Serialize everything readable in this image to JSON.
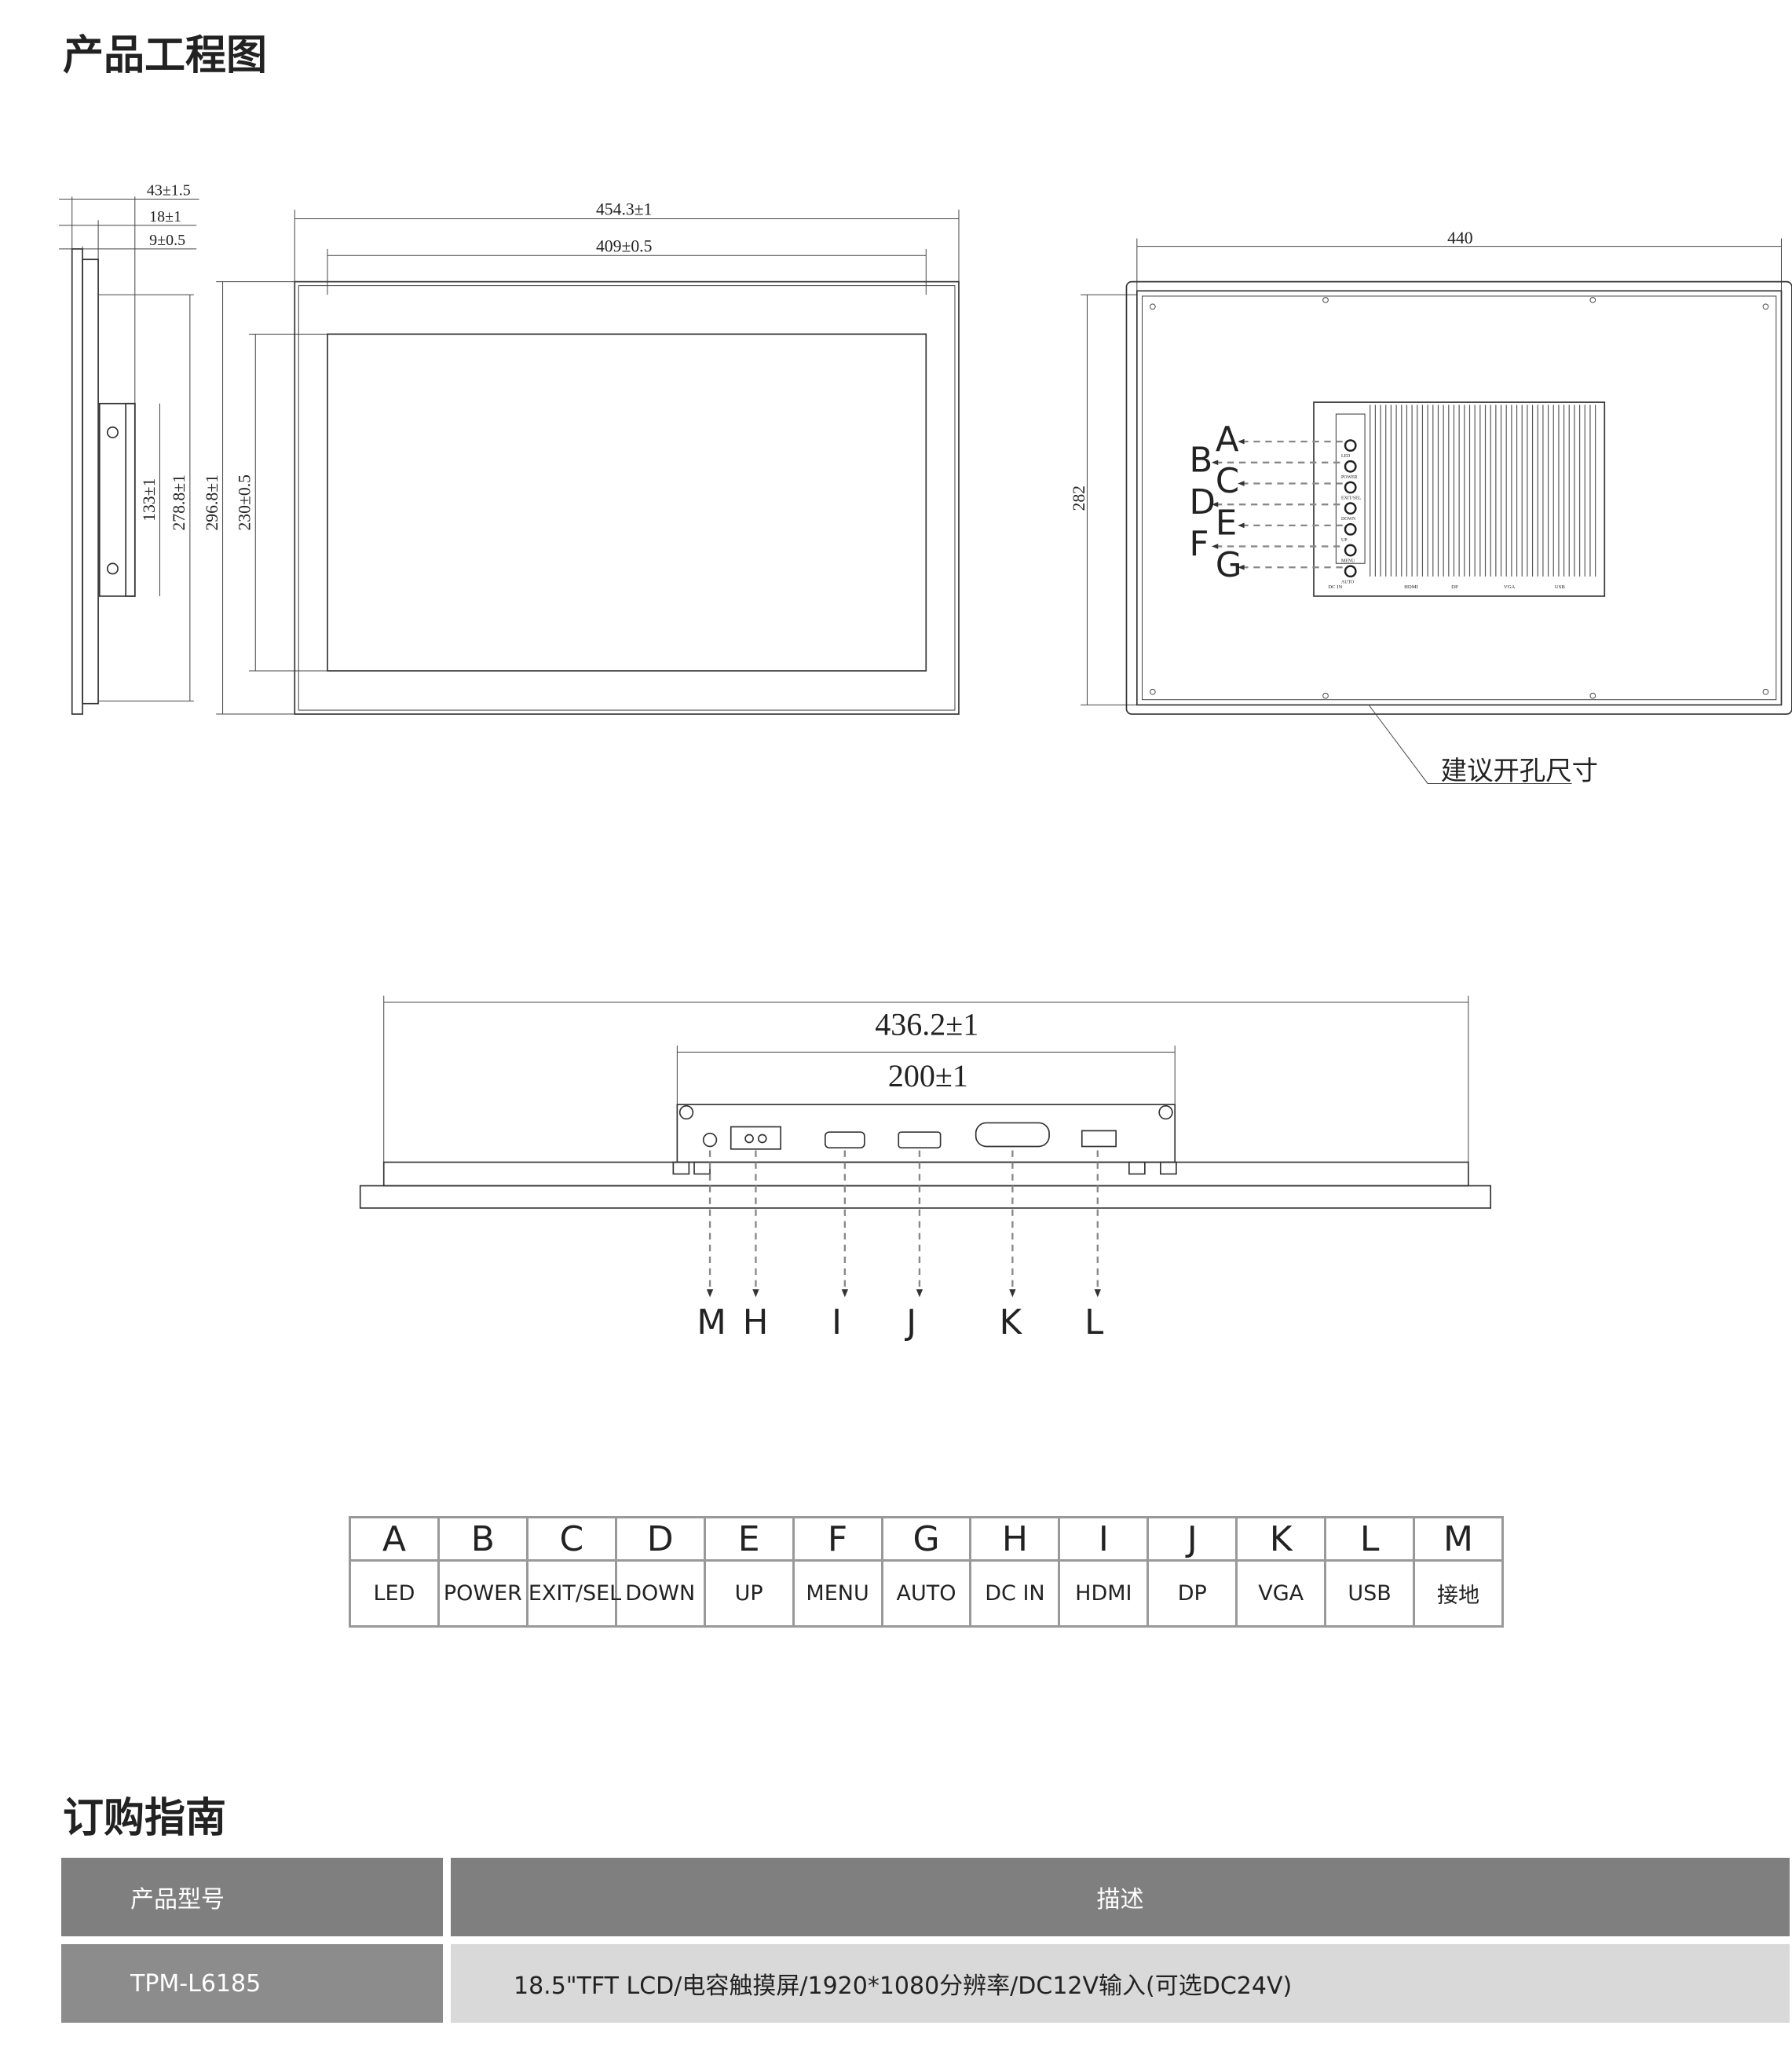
{
  "sections": {
    "drawing_title": "产品工程图",
    "order_title": "订购指南"
  },
  "side_view": {
    "dims": [
      "43±1.5",
      "18±1",
      "9±0.5",
      "133±1",
      "278.8±1",
      "296.8±1",
      "230±0.5"
    ]
  },
  "front_view": {
    "dims": [
      "454.3±1",
      "409±0.5"
    ]
  },
  "rear_view": {
    "dims": [
      "440",
      "282"
    ],
    "cutout_note": "建议开孔尺寸",
    "letters": [
      "A",
      "B",
      "C",
      "D",
      "E",
      "F",
      "G"
    ],
    "button_labels": [
      "LED",
      "POWER",
      "EXIT/SEL",
      "DOWN",
      "UP",
      "MENU",
      "AUTO"
    ],
    "io_labels": [
      "DC IN",
      "HDMI",
      "DP",
      "VGA",
      "USB"
    ]
  },
  "bottom_view": {
    "dims": [
      "436.2±1",
      "200±1"
    ],
    "letters": [
      "M",
      "H",
      "I",
      "J",
      "K",
      "L"
    ]
  },
  "port_table": {
    "letters": [
      "A",
      "B",
      "C",
      "D",
      "E",
      "F",
      "G",
      "H",
      "I",
      "J",
      "K",
      "L",
      "M"
    ],
    "names": [
      "LED",
      "POWER",
      "EXIT/SEL",
      "DOWN",
      "UP",
      "MENU",
      "AUTO",
      "DC IN",
      "HDMI",
      "DP",
      "VGA",
      "USB",
      "接地"
    ]
  },
  "order_table": {
    "header": {
      "model": "产品型号",
      "desc": "描述"
    },
    "rows": [
      {
        "model": "TPM-L6185",
        "desc": "18.5\"TFT LCD/电容触摸屏/1920*1080分辨率/DC12V输入(可选DC24V)"
      }
    ]
  },
  "colors": {
    "header_bg": "#7f7f7f",
    "row_model_bg": "#8c8c8c",
    "row_desc_bg": "#d9d9d9"
  }
}
